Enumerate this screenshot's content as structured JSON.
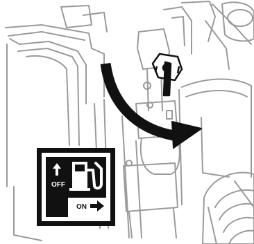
{
  "diagram": {
    "colors": {
      "line": "#9a9a9a",
      "ink": "#111111",
      "background": "#ffffff",
      "arrow": "#111111"
    },
    "fuel_label": {
      "off_text": "OFF",
      "on_text": "ON",
      "icons": [
        "up-arrow-icon",
        "fuel-pump-icon",
        "right-arrow-icon"
      ]
    },
    "fuel_valve": {
      "icon": "fuel-valve-lever-icon"
    },
    "rotation_arrow": {
      "icon": "curved-arrow-icon",
      "direction": "clockwise"
    }
  }
}
